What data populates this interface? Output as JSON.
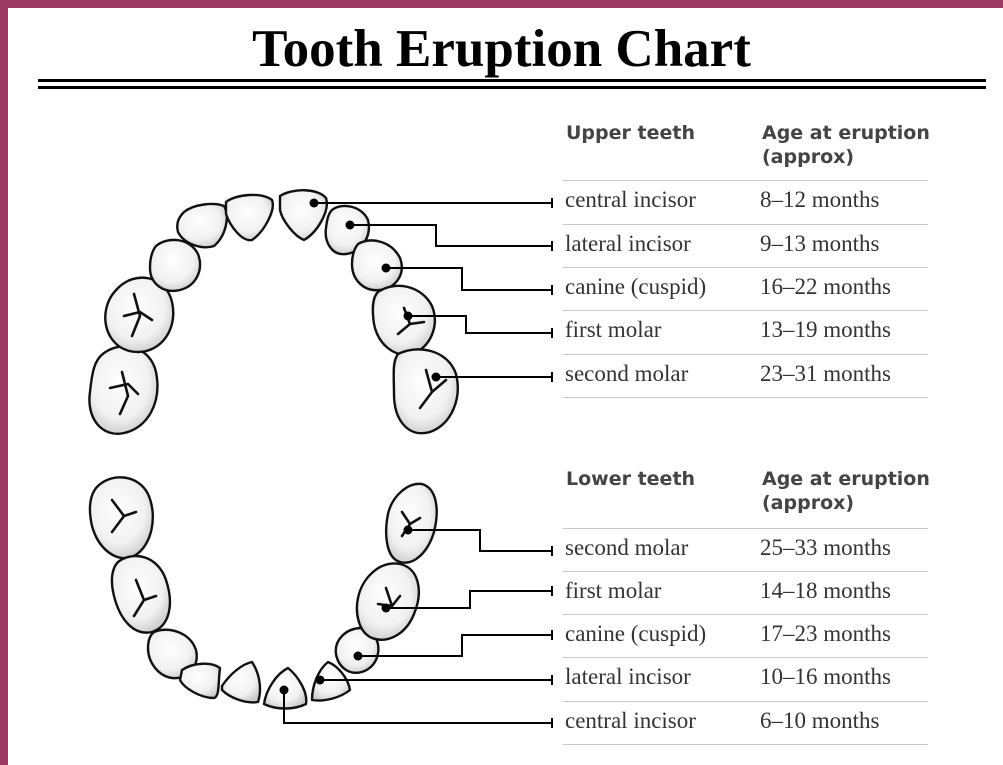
{
  "title": "Tooth Eruption Chart",
  "colors": {
    "frame": "#9b3b62",
    "ink": "#000000",
    "text": "#333333",
    "rule": "#c8c8c8"
  },
  "upper": {
    "header_teeth": "Upper teeth",
    "header_age": "Age at eruption (approx)",
    "rows": [
      {
        "tooth": "central incisor",
        "age": "8–12 months"
      },
      {
        "tooth": "lateral incisor",
        "age": "9–13 months"
      },
      {
        "tooth": "canine (cuspid)",
        "age": "16–22 months"
      },
      {
        "tooth": "first molar",
        "age": "13–19 months"
      },
      {
        "tooth": "second molar",
        "age": "23–31 months"
      }
    ]
  },
  "lower": {
    "header_teeth": "Lower teeth",
    "header_age": "Age at eruption (approx)",
    "rows": [
      {
        "tooth": "second molar",
        "age": "25–33 months"
      },
      {
        "tooth": "first molar",
        "age": "14–18 months"
      },
      {
        "tooth": "canine (cuspid)",
        "age": "17–23 months"
      },
      {
        "tooth": "lateral incisor",
        "age": "10–16 months"
      },
      {
        "tooth": "central incisor",
        "age": "6–10 months"
      }
    ]
  }
}
